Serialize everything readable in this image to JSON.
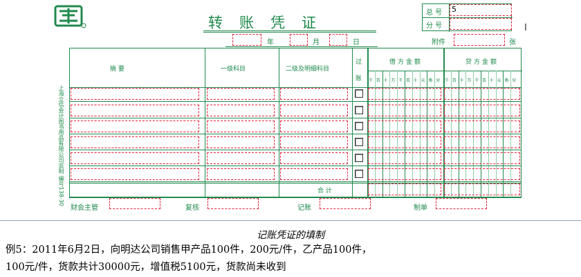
{
  "voucher": {
    "title": "转账凭证",
    "total_no_label": "总 号",
    "total_no_value": "5",
    "sub_no_label": "分 号",
    "sub_no_value": "",
    "year": "年",
    "month": "月",
    "day": "日",
    "attach": "附件",
    "zhang": "张",
    "side_text": "上海立信会计图书用品有限公司监制 编号138-30",
    "headers": {
      "summary": "摘 要",
      "account1": "一级科目",
      "account2": "二级及明细科目",
      "posted": "过账",
      "debit": "借方金额",
      "credit": "贷方金额"
    },
    "digits": [
      "千",
      "百",
      "十",
      "万",
      "千",
      "百",
      "十",
      "元",
      "角",
      "分"
    ],
    "total_label": "合 计",
    "footer": {
      "supervisor": "财会主管",
      "review": "复核",
      "bookkeep": "记账",
      "preparer": "制单"
    }
  },
  "caption": "记账凭证的填制",
  "example": [
    "例5：2011年6月2日，向明达公司销售甲产品100件，200元/件，乙产品100件，",
    "100元/件，货款共计30000元，增值税5100元，货款尚未收到"
  ],
  "colors": {
    "green": "#1f8a4c",
    "red": "#e3203a"
  }
}
